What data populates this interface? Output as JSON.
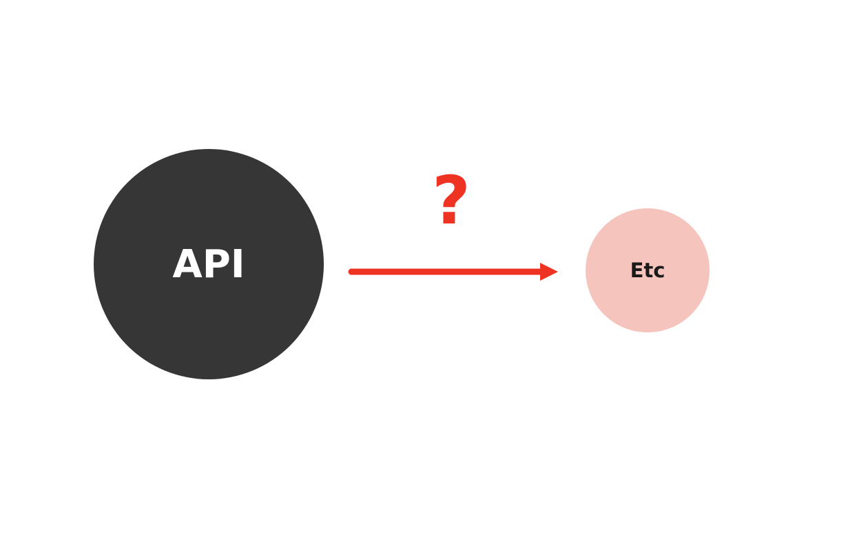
{
  "colors": {
    "background": "#ffffff",
    "api_fill": "#363636",
    "api_text": "#ffffff",
    "etc_fill": "#f5c5bd",
    "etc_text": "#1a1a1a",
    "arrow": "#ee3322"
  },
  "nodes": {
    "api": {
      "label": "API"
    },
    "etc": {
      "label": "Etc"
    }
  },
  "edge": {
    "label": "?",
    "direction": "api-to-etc"
  }
}
